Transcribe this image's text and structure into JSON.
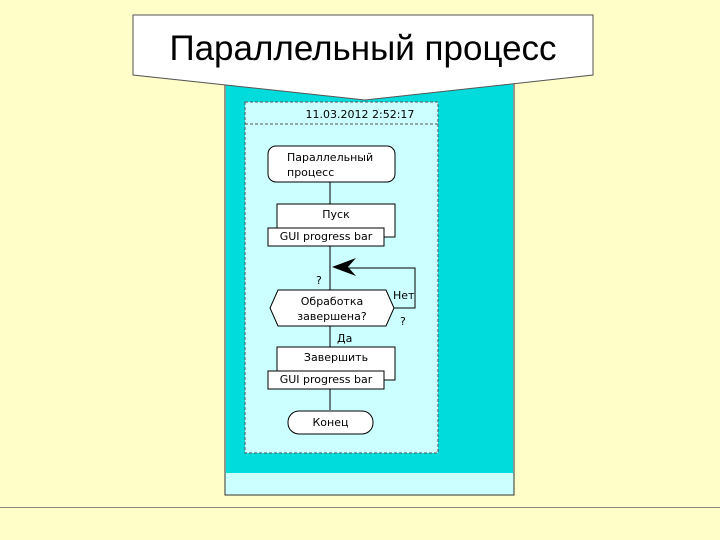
{
  "slide": {
    "title": "Параллельный процесс",
    "colors": {
      "background": "#fffdc8",
      "panel_outer": "#00dcdc",
      "panel_inner": "#ccffff",
      "panel_footer": "#ccffff"
    }
  },
  "diagram": {
    "timestamp": "11.03.2012 2:52:17",
    "nodes": {
      "start_line1": "Параллельный",
      "start_line2": "процесс",
      "launch_label": "Пуск",
      "launch_sub": "GUI progress bar",
      "question_mark_top": "?",
      "decision_line1": "Обработка",
      "decision_line2": "завершена?",
      "no_label": "Нет",
      "question_mark_right": "?",
      "yes_label": "Да",
      "finish_label": "Завершить",
      "finish_sub": "GUI progress bar",
      "end_label": "Конец"
    }
  }
}
